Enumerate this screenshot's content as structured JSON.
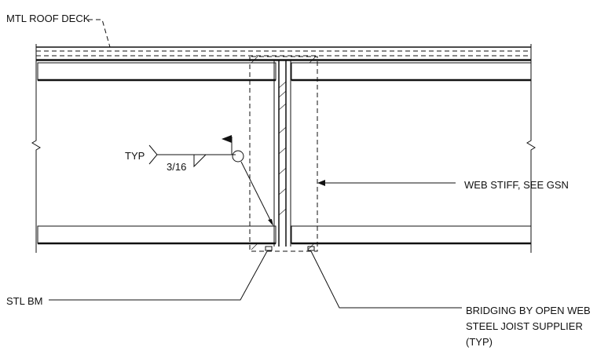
{
  "labels": {
    "roof_deck": "MTL ROOF DECK",
    "typ": "TYP",
    "weld_size": "3/16",
    "web_stiff": "WEB STIFF, SEE GSN",
    "stl_bm": "STL BM",
    "bridging_line1": "BRIDGING BY OPEN WEB",
    "bridging_line2": "STEEL JOIST SUPPLIER",
    "bridging_line3": "(TYP)"
  }
}
